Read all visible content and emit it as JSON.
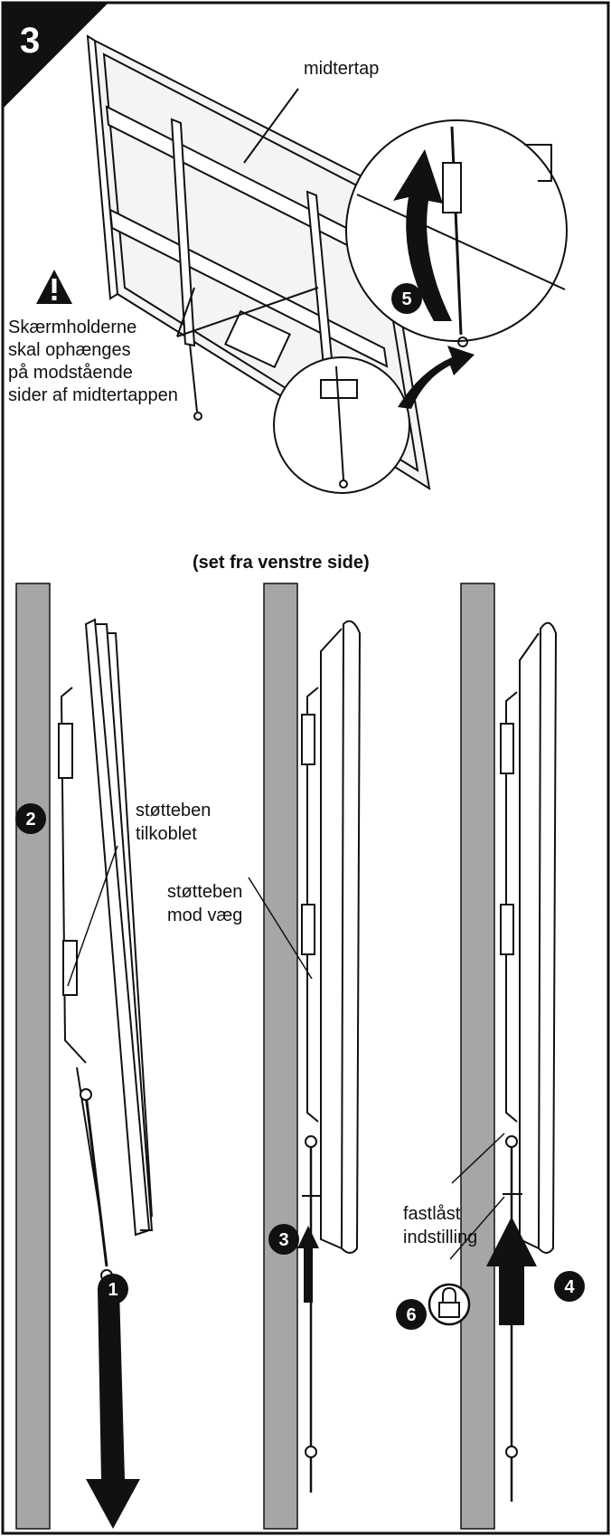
{
  "step": {
    "number": "3"
  },
  "labels": {
    "center_stud": "midtertap",
    "warning_line1": "Skærmholderne",
    "warning_line2": "skal ophænges",
    "warning_line3": "på modstående",
    "warning_line4": "sider af midtertappen",
    "side_view": "(set fra venstre side)",
    "legs_attached_line1": "støtteben",
    "legs_attached_line2": "tilkoblet",
    "legs_wall_line1": "støtteben",
    "legs_wall_line2": "mod væg",
    "locked_line1": "fastlåst",
    "locked_line2": "indstilling"
  },
  "callouts": {
    "c1": "1",
    "c2": "2",
    "c3": "3",
    "c4": "4",
    "c5": "5",
    "c6": "6"
  },
  "icons": {
    "warning": "warning-triangle-icon",
    "lock": "padlock-icon",
    "arrow_down": "arrow-down-icon",
    "arrow_up": "arrow-up-icon",
    "arrow_curved": "curved-arrow-icon"
  },
  "colors": {
    "wall": "#a6a6a6",
    "ink": "#111111",
    "paper": "#ffffff"
  }
}
